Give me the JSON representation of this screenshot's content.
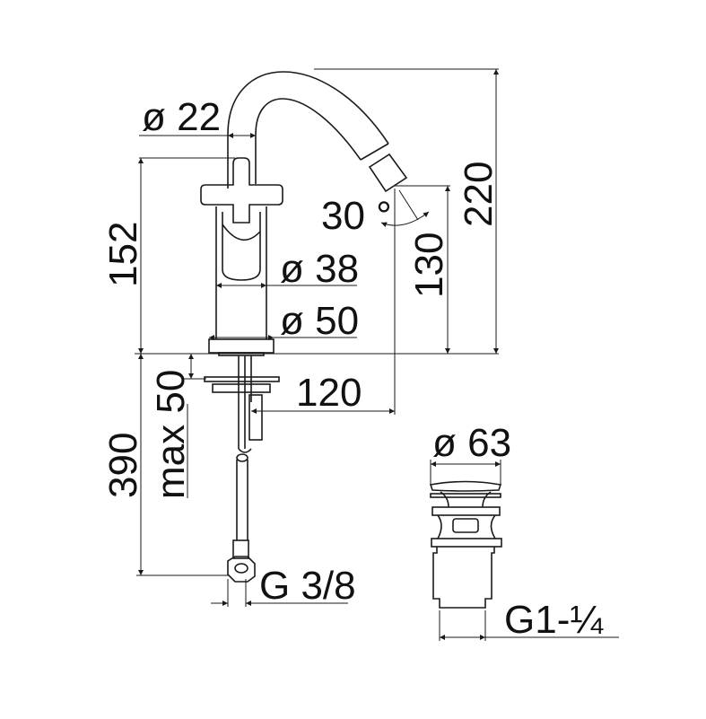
{
  "dimensions": {
    "spout_diameter": "ø 22",
    "handle_height": "152",
    "spray_angle": "30 °",
    "total_height": "220",
    "outlet_height": "130",
    "body_diameter": "ø 38",
    "base_diameter": "ø 50",
    "spout_reach": "120",
    "hose_length": "390",
    "max_deck_thickness": "max 50",
    "hose_connection": "G 3/8",
    "drain_diameter": "ø 63",
    "drain_thread": "G1-¼"
  },
  "colors": {
    "line": "#1a1a1a",
    "background": "#ffffff"
  }
}
